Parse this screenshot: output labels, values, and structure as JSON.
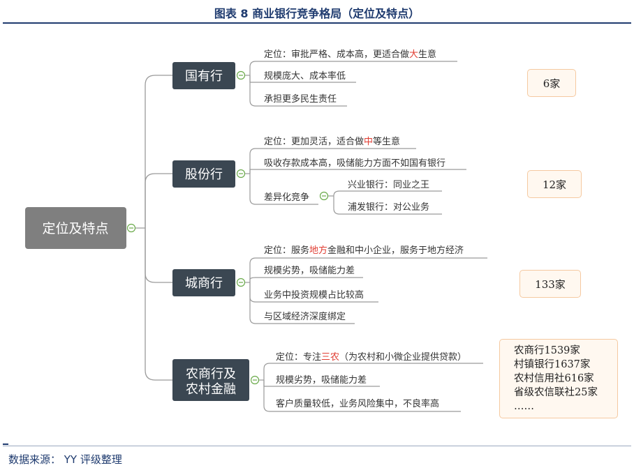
{
  "title": "图表 8  商业银行竞争格局（定位及特点）",
  "source": "数据来源：  YY 评级整理",
  "root": {
    "label": "定位及特点"
  },
  "colors": {
    "dark_box": "#3b4752",
    "root_box": "#7f7f7f",
    "accent_red": "#e03c31",
    "line": "#9a9a9a",
    "count_border": "#f5c9a0",
    "count_fill": "#fff8f0"
  },
  "branches": [
    {
      "label": "国有行",
      "leaves": [
        {
          "parts": [
            "定位：审批严格、成本高，更适合做",
            "大",
            "生意"
          ]
        },
        {
          "parts": [
            "规模庞大、成本率低"
          ]
        },
        {
          "parts": [
            "承担更多民生责任"
          ]
        }
      ],
      "count": "6家"
    },
    {
      "label": "股份行",
      "leaves": [
        {
          "parts": [
            "定位：更加灵活，适合做",
            "中",
            "等生意"
          ]
        },
        {
          "parts": [
            "吸收存款成本高，吸储能力方面不如国有银行"
          ]
        },
        {
          "parts": [
            "差异化竞争"
          ],
          "children": [
            "兴业银行：同业之王",
            "浦发银行：对公业务"
          ]
        }
      ],
      "count": "12家"
    },
    {
      "label": "城商行",
      "leaves": [
        {
          "parts": [
            "定位：服务",
            "地方",
            "金融和中小企业，服务于地方经济"
          ]
        },
        {
          "parts": [
            "规模劣势，吸储能力差"
          ]
        },
        {
          "parts": [
            "业务中投资规模占比较高"
          ]
        },
        {
          "parts": [
            "与区域经济深度绑定"
          ]
        }
      ],
      "count": "133家"
    },
    {
      "label_lines": [
        "农商行及",
        "农村金融"
      ],
      "leaves": [
        {
          "parts": [
            "定位：专注",
            "三农",
            "（为农村和小微企业提供贷款）"
          ]
        },
        {
          "parts": [
            "规模劣势，吸储能力差"
          ]
        },
        {
          "parts": [
            "客户质量较低，业务风险集中，不良率高"
          ]
        }
      ],
      "details": [
        "农商行1539家",
        "村镇银行1637家",
        "农村信用社616家",
        "省级农信联社25家",
        "……"
      ]
    }
  ]
}
